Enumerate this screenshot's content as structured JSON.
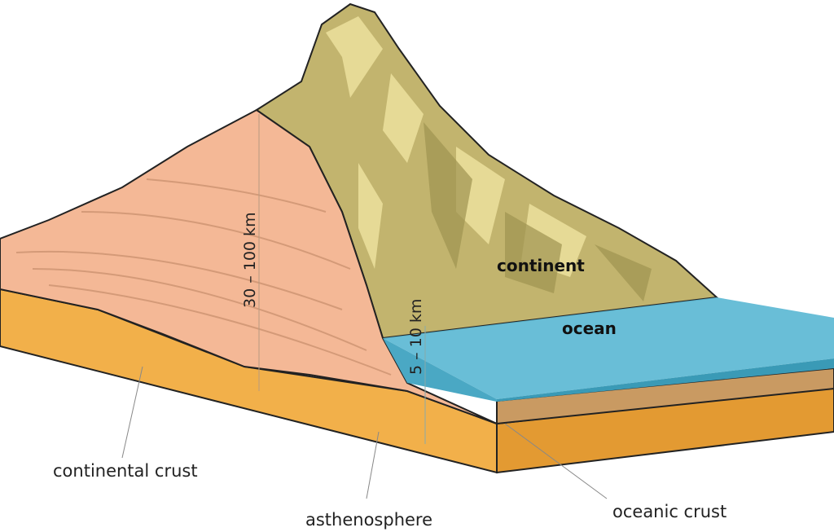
{
  "labels": {
    "continent": "continent",
    "ocean": "ocean",
    "continental_thickness": "30 – 100 km",
    "oceanic_thickness": "5 – 10 km",
    "continental_crust": "continental crust",
    "asthenosphere": "asthenosphere",
    "oceanic_crust": "oceanic crust"
  },
  "colors": {
    "continental_crust": "#f4b896",
    "mountain": "#c2b46e",
    "mountain_light": "#efe3a0",
    "ocean_top": "#5cb8d4",
    "ocean_side": "#3a9ab6",
    "oceanic_crust": "#c99a62",
    "asthenosphere": "#f2b04a"
  }
}
